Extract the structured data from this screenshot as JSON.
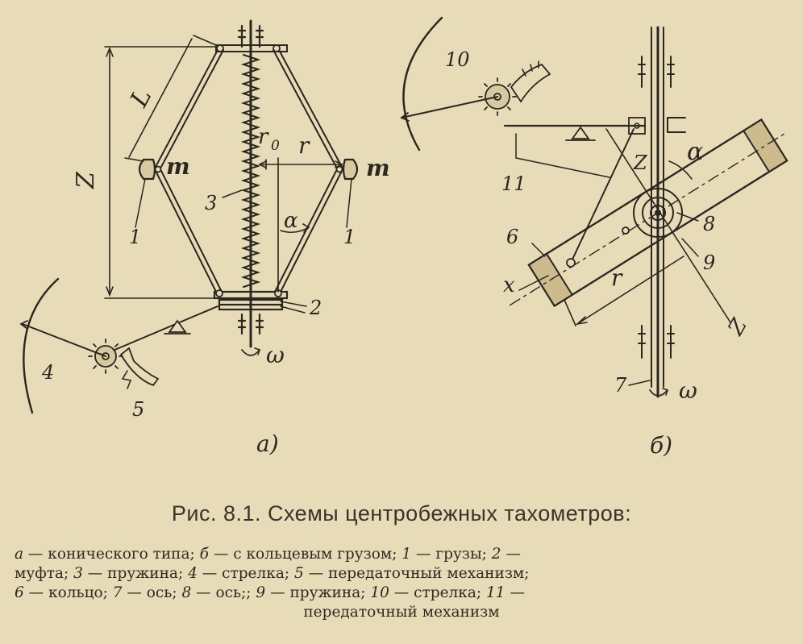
{
  "figure_labels": {
    "a": {
      "L": "L",
      "Z": "Z",
      "r0": "r",
      "r0_sub": "0",
      "r": "r",
      "m_left": "m",
      "m_right": "m",
      "n1_left": "1",
      "n1_right": "1",
      "n2": "2",
      "n3": "3",
      "n4": "4",
      "n5": "5",
      "alpha": "α",
      "omega": "ω",
      "panel": "а)"
    },
    "b": {
      "n10": "10",
      "n11": "11",
      "n6": "6",
      "n7": "7",
      "n8": "8",
      "n9": "9",
      "Z_top": "Z",
      "Z_bottom": "Z",
      "x": "x",
      "r": "r",
      "alpha": "α",
      "omega": "ω",
      "panel": "б)"
    }
  },
  "caption": {
    "title": "Рис. 8.1. Схемы центробежных тахометров:",
    "line1": [
      {
        "k": "а",
        "t": " — конического типа; "
      },
      {
        "k": "б",
        "t": " — с кольцевым грузом; "
      },
      {
        "k": "1",
        "t": " — грузы; "
      },
      {
        "k": "2",
        "t": " —"
      }
    ],
    "line2": [
      {
        "k": "",
        "t": "муфта; "
      },
      {
        "k": "3",
        "t": " — пружина; "
      },
      {
        "k": "4",
        "t": " — стрелка; "
      },
      {
        "k": "5",
        "t": " — передаточный механизм;"
      }
    ],
    "line3": [
      {
        "k": "6",
        "t": " — кольцо; "
      },
      {
        "k": "7",
        "t": " — ось; "
      },
      {
        "k": "8",
        "t": " — ось;; "
      },
      {
        "k": "9",
        "t": " — пружина; "
      },
      {
        "k": "10",
        "t": " — стрелка; "
      },
      {
        "k": "11",
        "t": " —"
      }
    ],
    "line4": "передаточный механизм"
  },
  "colors": {
    "ink": "#2b2620",
    "paper": "#e8dcb8"
  }
}
